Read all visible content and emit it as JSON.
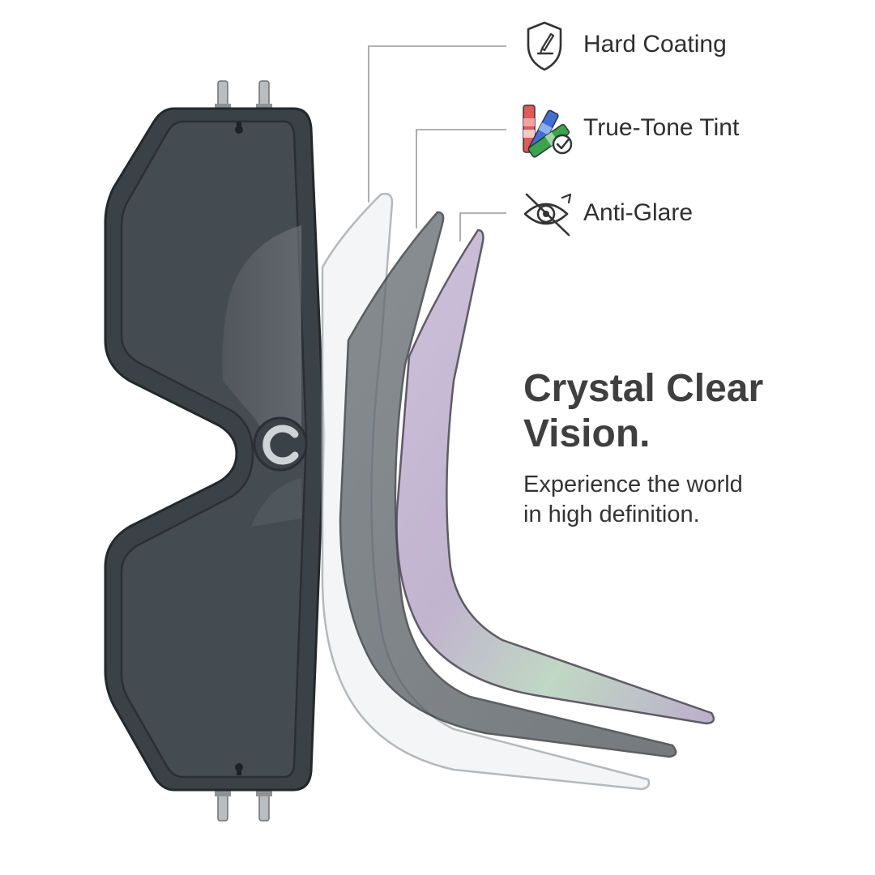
{
  "features": [
    {
      "label": "Hard Coating",
      "icon": "shield-pen-icon"
    },
    {
      "label": "True-Tone Tint",
      "icon": "color-swatch-check-icon"
    },
    {
      "label": "Anti-Glare",
      "icon": "eye-crossed-icon"
    }
  ],
  "headline": {
    "line1": "Crystal Clear",
    "line2": "Vision."
  },
  "tagline": {
    "line1": "Experience the world",
    "line2": "in high definition."
  },
  "colors": {
    "frame": "#3b4247",
    "lens_dark": "#444b50",
    "layer_clear": "#f2f4f6",
    "layer_gray": "#5c6166",
    "layer_purple": "#b7a9c6",
    "text_dark": "#333333"
  }
}
